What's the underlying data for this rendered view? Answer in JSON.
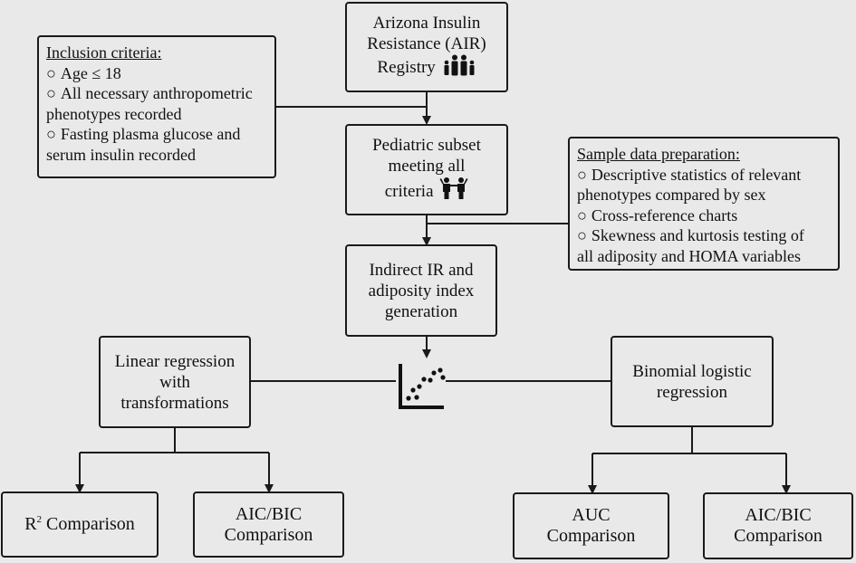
{
  "registry": {
    "lines": [
      "Arizona Insulin",
      "Resistance (AIR)",
      "Registry"
    ],
    "icon": "family-icon"
  },
  "inclusion": {
    "title": "Inclusion criteria:",
    "items": [
      [
        "Age ≤ 18"
      ],
      [
        "All necessary anthropometric",
        "phenotypes recorded"
      ],
      [
        "Fasting plasma glucose and",
        "serum insulin recorded"
      ]
    ]
  },
  "pediatric": {
    "lines": [
      "Pediatric subset",
      "meeting all",
      "criteria"
    ],
    "icon": "children-icon"
  },
  "preparation": {
    "title": "Sample data preparation:",
    "items": [
      [
        "Descriptive statistics of relevant",
        "phenotypes compared by sex"
      ],
      [
        "Cross-reference charts"
      ],
      [
        "Skewness and kurtosis testing of",
        "all adiposity and HOMA variables"
      ]
    ]
  },
  "indices": {
    "lines": [
      "Indirect IR and",
      "adiposity index",
      "generation"
    ]
  },
  "linear": {
    "lines": [
      "Linear regression",
      "with",
      "transformations"
    ]
  },
  "logistic": {
    "lines": [
      "Binomial logistic",
      "regression"
    ]
  },
  "r2": {
    "base": "R",
    "sup": "2",
    "rest": " Comparison"
  },
  "aicbic_left": {
    "lines": [
      "AIC/BIC",
      "Comparison"
    ]
  },
  "auc": {
    "lines": [
      "AUC",
      "Comparison"
    ]
  },
  "aicbic_right": {
    "lines": [
      "AIC/BIC",
      "Comparison"
    ]
  },
  "center_icon": "scatter-plot-icon",
  "bullet_symbol": "○"
}
